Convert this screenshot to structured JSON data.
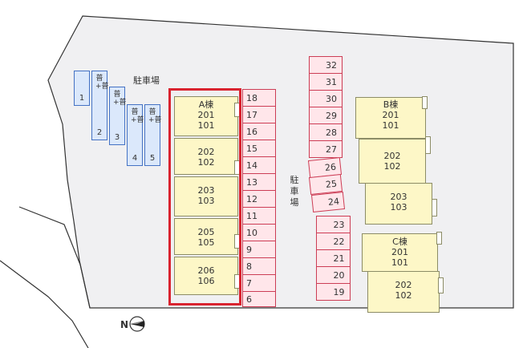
{
  "parking_labels": {
    "top": "駐車場",
    "middle_chars": [
      "駐",
      "車",
      "場"
    ]
  },
  "bike_slots": [
    {
      "num": "1",
      "ann": ""
    },
    {
      "num": "2",
      "ann": "普+普"
    },
    {
      "num": "3",
      "ann": "普+普"
    },
    {
      "num": "4",
      "ann": "普+普"
    },
    {
      "num": "5",
      "ann": "普+普"
    }
  ],
  "parking_left": [
    "18",
    "17",
    "16",
    "15",
    "14",
    "13",
    "12",
    "11",
    "10",
    "9",
    "8",
    "7",
    "6"
  ],
  "parking_right_top": [
    "32",
    "31",
    "30",
    "29",
    "28",
    "27",
    "26",
    "25",
    "24"
  ],
  "parking_right_bottom": [
    "23",
    "22",
    "21",
    "20",
    "19"
  ],
  "buildings": {
    "A": {
      "title": "A棟",
      "units": [
        [
          "201",
          "101"
        ],
        [
          "202",
          "102"
        ],
        [
          "203",
          "103"
        ],
        [
          "205",
          "105"
        ],
        [
          "206",
          "106"
        ]
      ]
    },
    "B": {
      "title": "B棟",
      "units": [
        [
          "201",
          "101"
        ],
        [
          "202",
          "102"
        ],
        [
          "203",
          "103"
        ]
      ]
    },
    "C": {
      "title": "C棟",
      "units": [
        [
          "201",
          "101"
        ],
        [
          "202",
          "102"
        ]
      ]
    }
  },
  "compass": {
    "label": "N"
  },
  "colors": {
    "parking_fill": "#ffe6ea",
    "parking_border": "#cc3d55",
    "bike_fill": "#dbe8fb",
    "unit_fill": "#fdf7c7",
    "highlight": "#d9232f",
    "lot": "#f0f0f2"
  }
}
